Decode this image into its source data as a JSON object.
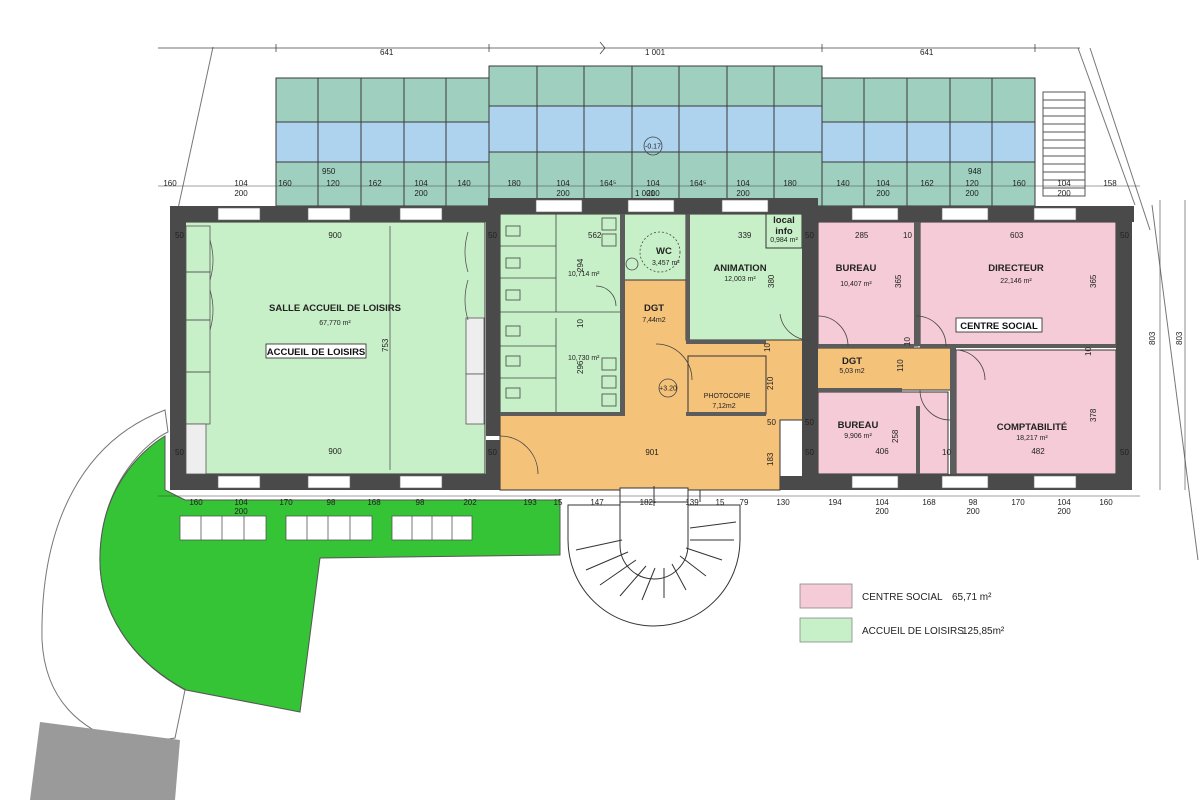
{
  "top_dims": {
    "left": "641",
    "center": "1 001",
    "right": "641"
  },
  "glazing": {
    "left_span": "950",
    "right_span": "948",
    "level_mark": "-0.17"
  },
  "dims_upper_row": [
    "160",
    "104",
    "160",
    "120",
    "162",
    "104",
    "140",
    "180",
    "104",
    "164⁵",
    "104",
    "164⁵",
    "104",
    "180",
    "140",
    "104",
    "162",
    "120",
    "160",
    "104",
    "158"
  ],
  "dims_upper_sub": [
    "200",
    "200",
    "1 001",
    "200",
    "200",
    "200",
    "200",
    "200",
    "200"
  ],
  "dims_lower_row": [
    "160",
    "104",
    "170",
    "98",
    "168",
    "98",
    "202",
    "193",
    "15",
    "147",
    "182⁵",
    "139",
    "15",
    "79",
    "130",
    "194",
    "104",
    "168",
    "98",
    "170",
    "104",
    "160"
  ],
  "dims_lower_sub": [
    "200",
    "200",
    "200",
    "200"
  ],
  "rooms": {
    "salle": {
      "name": "SALLE ACCUEIL DE LOISIRS",
      "area": "67,770 m²",
      "tag": "ACCUEIL DE LOISIRS",
      "w_top": "900",
      "w_bot": "900",
      "h": "753",
      "e_left": "50",
      "e_right": "50"
    },
    "sanit_top": {
      "area": "10,714 m²",
      "w": "562",
      "h": "294"
    },
    "sanit_bot": {
      "area": "10,730 m²",
      "h": "296",
      "gap": "10"
    },
    "wc": {
      "name": "WC",
      "area": "3,457 m²"
    },
    "local": {
      "name1": "local",
      "name2": "info",
      "area": "0,984 m²"
    },
    "animation": {
      "name": "ANIMATION",
      "area": "12,003 m²",
      "w": "339",
      "h": "380"
    },
    "dgt_left": {
      "name": "DGT",
      "area": "7,44m2",
      "level": "+3.20"
    },
    "photocopie": {
      "name": "PHOTOCOPIE",
      "area": "7,12m2",
      "h": "210"
    },
    "hall": {
      "w": "901",
      "e_left": "50",
      "e_right": "50",
      "h": "183"
    },
    "bureau1": {
      "name": "BUREAU",
      "area": "10,407 m²",
      "w": "285",
      "h": "365"
    },
    "directeur": {
      "name": "DIRECTEUR",
      "area": "22,146 m²",
      "w": "603",
      "h": "365"
    },
    "dgt_right": {
      "name": "DGT",
      "area": "5,03 m2",
      "h": "110"
    },
    "centre_tag": "CENTRE SOCIAL",
    "bureau2": {
      "name": "BUREAU",
      "area": "9,906 m²",
      "w": "406",
      "h": "258"
    },
    "compta": {
      "name": "COMPTABILITÉ",
      "area": "18,217 m²",
      "w": "482",
      "h": "378"
    }
  },
  "misc_dims": {
    "e50a": "50",
    "e10a": "10",
    "e10b": "10",
    "e10c": "10",
    "e10d": "10",
    "e10e": "10",
    "e50b": "50",
    "e50c": "50",
    "e50d": "50",
    "e50e": "50",
    "e50f": "50",
    "right_v1": "803",
    "right_v2": "803"
  },
  "legend": [
    {
      "label": "CENTRE SOCIAL",
      "value": "65,71 m²",
      "color": "#f4cbd6"
    },
    {
      "label": "ACCUEIL DE LOISIRS",
      "value": "125,85m²",
      "color": "#c8f0c8"
    }
  ],
  "colors": {
    "green_room": "#c8f0c8",
    "pink_room": "#f4cbd6",
    "orange_room": "#f5c27a",
    "lawn": "#35c435",
    "glazing_green": "#9ecfbf",
    "glazing_blue": "#aed3ef"
  }
}
